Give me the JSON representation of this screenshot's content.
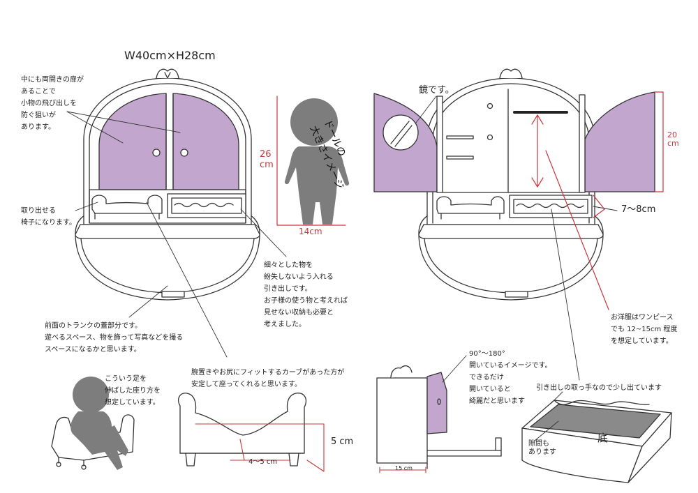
{
  "colors": {
    "line": "#333333",
    "purple": "#c2a6cd",
    "doll": "#7d7d7d",
    "dim_red": "#c9353b",
    "drawer_interior": "#8a8a8a"
  },
  "title": "W40cm×H28cm",
  "left_view": {
    "doors_note": "中にも両開きの扉が\nあることで\n小物の飛び出しを\n防ぐ狙いが\nあります。",
    "chair_note": "取り出せる\n椅子になります。",
    "drawer_note": "細々とした物を\n紛失しないよう入れる\n引き出しです。\nお子様の使う物と考えれば\n見せない収納も必要と\n考えました。",
    "trunk_note": "前面のトランクの蓋部分です。\n遊べるスペース、物を飾って写真などを撮る\nスペースになるかと思います。",
    "doll_height": "26\ncm",
    "doll_width": "14cm",
    "doll_label": "ドールの\n大きさイメージ"
  },
  "right_view": {
    "mirror_note": "鏡です。",
    "height_dim": "20\ncm",
    "drawer_height_dim": "7～8cm",
    "clothes_note": "お洋服はワンピース\nでも 12~15cm 程度\nを想定しています。"
  },
  "bottom": {
    "sitting_note": "こういう足を\n伸ばした座り方を\n想定しています。",
    "chair_curve_note": "腕置きやお尻にフィットするカーブがあった方が\n安定して座ってくれると思います。",
    "chair_height_dim": "5 cm",
    "chair_seat_dim": "4～5 cm",
    "door_angle_note": "90°～180°\n開いているイメージです。\nできるだけ\n開いていると\n綺麗だと思います",
    "side_depth_dim": "15 cm",
    "drawer_gap_note": "引き出しの取っ手なので少し出ています",
    "gap_note": "隙間も\nあります",
    "bottom_label": "底"
  }
}
